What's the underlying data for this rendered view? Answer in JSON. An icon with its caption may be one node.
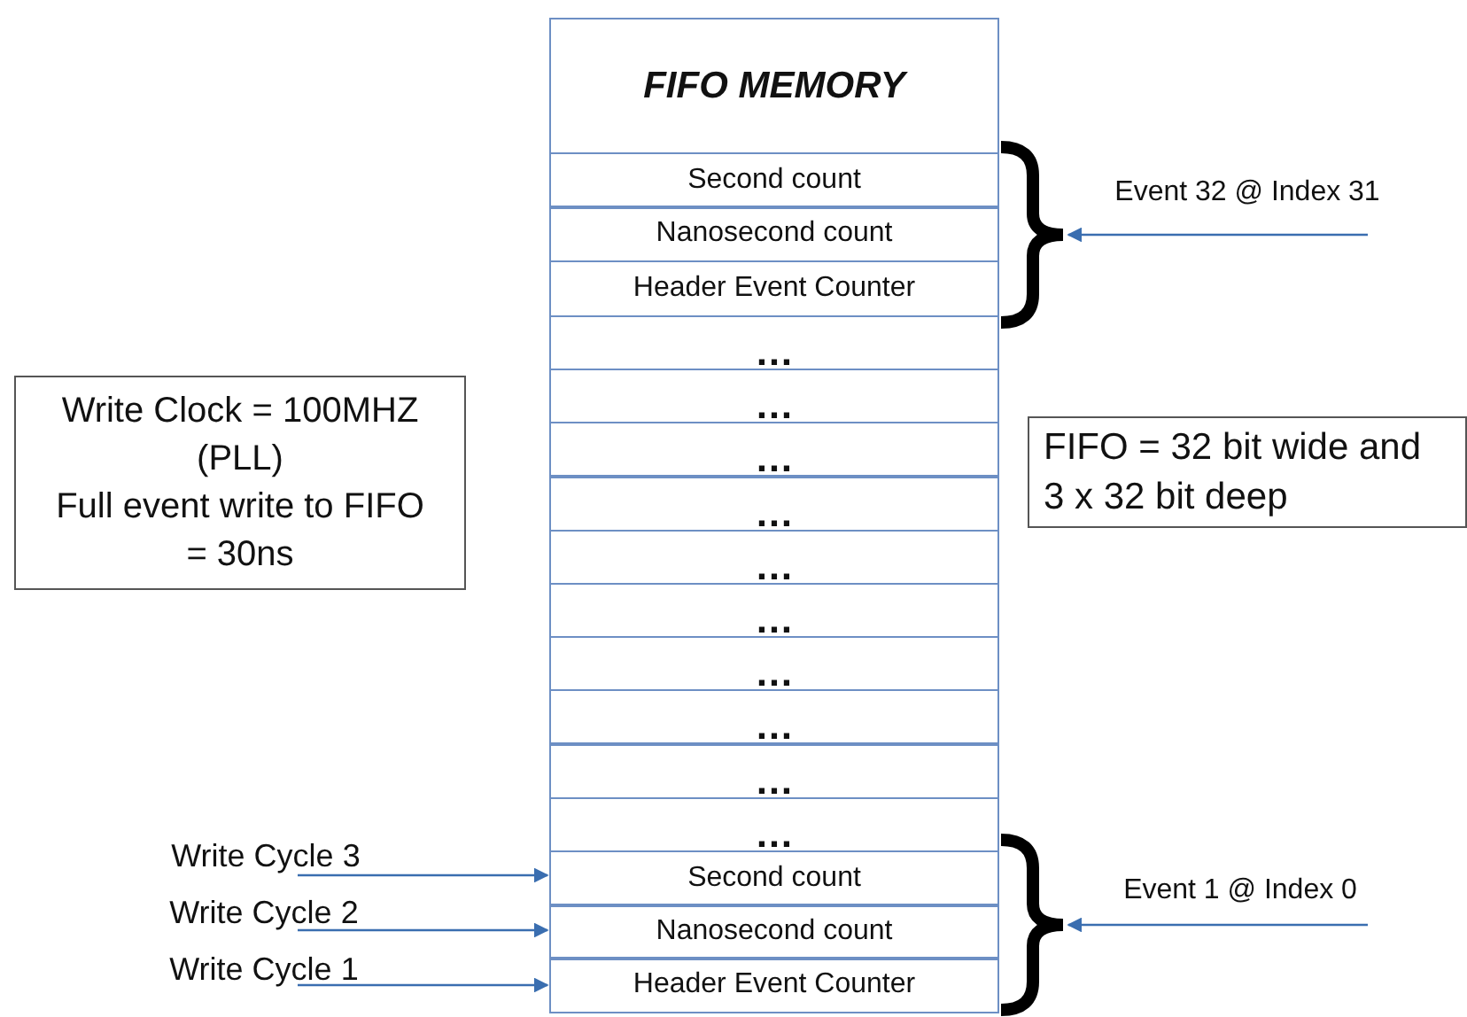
{
  "diagram": {
    "nodes": [
      {
        "text": [
          "FIFO MEMORY"
        ]
      },
      {
        "text": [
          "Second count"
        ]
      },
      {
        "text": [
          "Nanosecond count"
        ]
      },
      {
        "text": [
          "Header Event Counter"
        ]
      },
      {
        "text": [
          "…"
        ]
      },
      {
        "text": [
          "…"
        ]
      },
      {
        "text": [
          "…"
        ]
      },
      {
        "text": [
          "…"
        ]
      },
      {
        "text": [
          "…"
        ]
      },
      {
        "text": [
          "…"
        ]
      },
      {
        "text": [
          "…"
        ]
      },
      {
        "text": [
          "…"
        ]
      },
      {
        "text": [
          "…"
        ]
      },
      {
        "text": [
          "…"
        ]
      },
      {
        "text": [
          "Second count"
        ]
      },
      {
        "text": [
          "Nanosecond count"
        ]
      },
      {
        "text": [
          "Header Event Counter"
        ]
      },
      {
        "text": [
          "Write Clock = 100MHZ (PLL)",
          "Full event write to FIFO = 30ns"
        ]
      },
      {
        "text": [
          "FIFO = 32 bit wide and 3 x 32 bit deep"
        ]
      },
      {
        "text": [
          "Event 32 @ Index 31"
        ]
      },
      {
        "text": [
          "Event 1 @ Index 0"
        ]
      },
      {
        "text": [
          "Write Cycle 3"
        ]
      },
      {
        "text": [
          "Write Cycle 2"
        ]
      },
      {
        "text": [
          "Write Cycle 1"
        ]
      },
      {
        "text": [],
        "shape": "brace"
      },
      {
        "text": [],
        "shape": "brace"
      }
    ],
    "edges": [
      {
        "from": 19,
        "to": 24,
        "arrow": "to"
      },
      {
        "from": 20,
        "to": 25,
        "arrow": "to"
      },
      {
        "from": 21,
        "to": 14,
        "arrow": "to"
      },
      {
        "from": 22,
        "to": 15,
        "arrow": "to"
      },
      {
        "from": 23,
        "to": 16,
        "arrow": "to"
      }
    ]
  }
}
